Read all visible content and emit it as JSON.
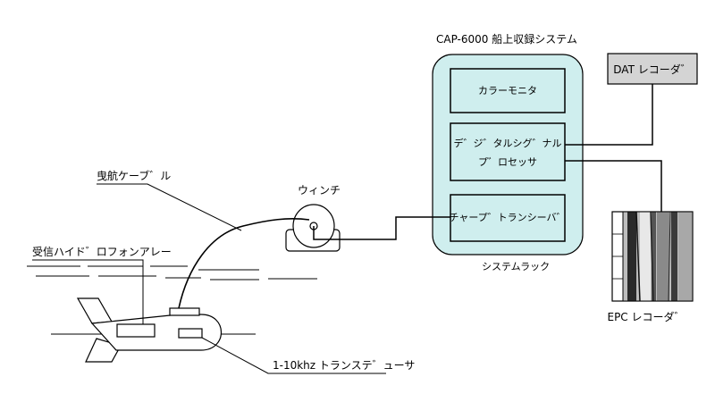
{
  "system_title": "CAP-6000 船上収録システム",
  "rack": {
    "caption": "システムラック",
    "color": "#cfeeee",
    "modules": {
      "color_monitor": "カラーモニタ",
      "dsp_line1": "デ゛ジ゛タルシグ゛ナル",
      "dsp_line2": "プ゛ロセッサ",
      "chirp_transceiver": "チャープ゛トランシーバ゛"
    }
  },
  "dat_recorder": "DAT レコーダ゛",
  "epc_recorder": "EPC レコーダ゛",
  "winch": "ウィンチ",
  "tow_cable": "曳航ケーブ゛ル",
  "hydrophone_array": "受信ハイド゛ロフォンアレー",
  "transducer": "1-10khz トランステ゛ューサ",
  "colors": {
    "box_fill": "#cfeeee",
    "dat_fill": "#d4d4d4",
    "line": "#000000"
  }
}
